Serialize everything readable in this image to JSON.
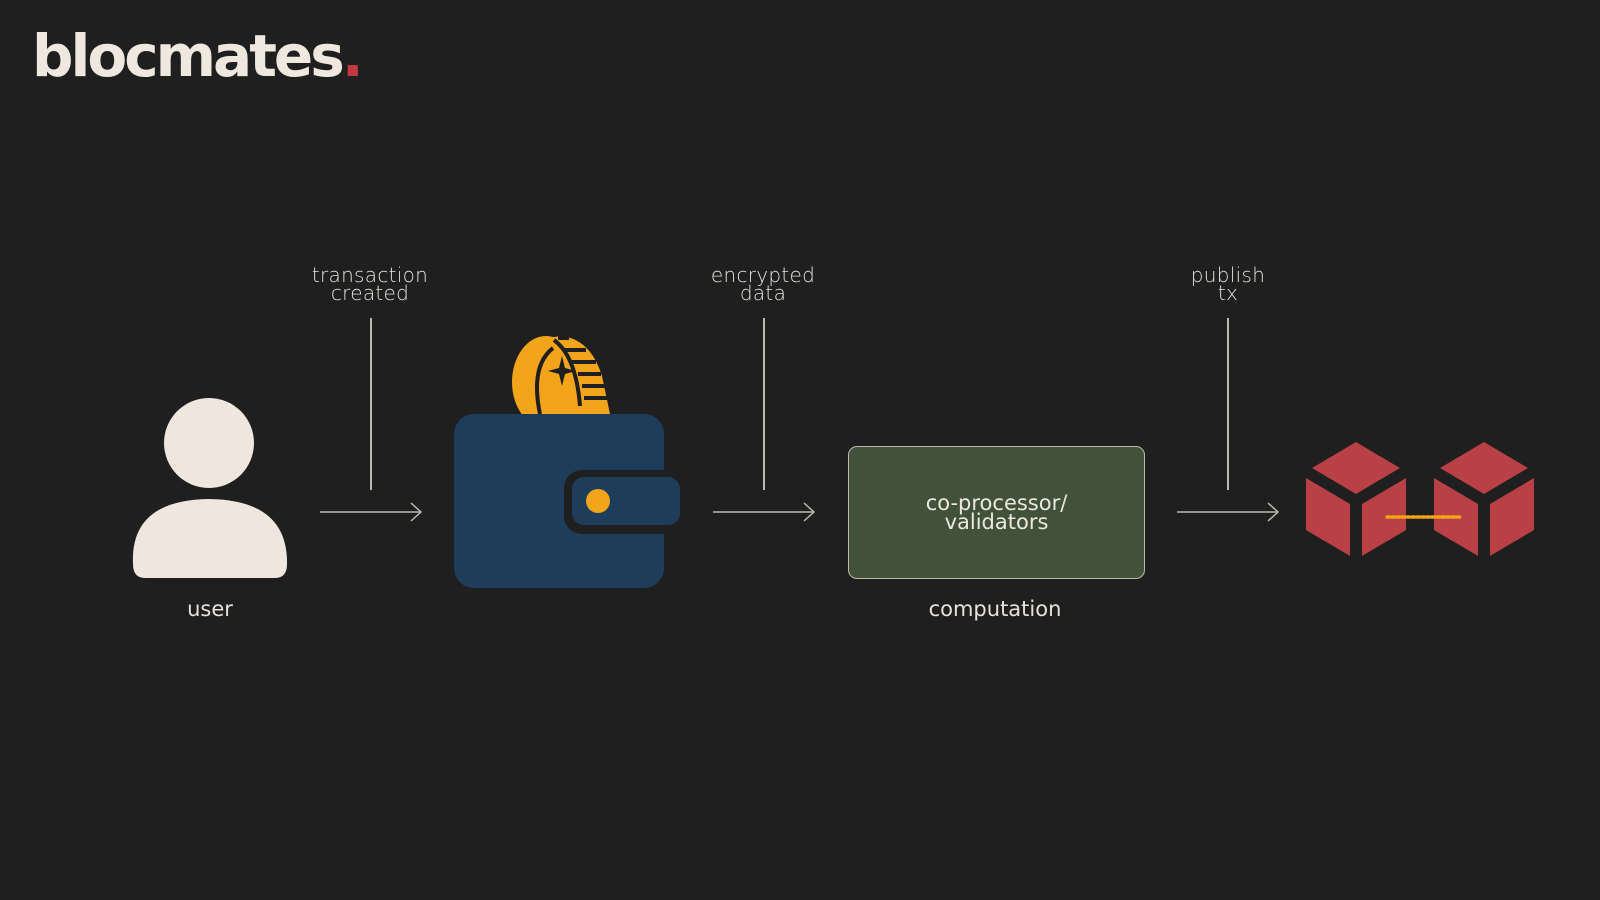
{
  "brand": {
    "name": "blocmates",
    "dot": ".",
    "accent": "#c4393f"
  },
  "diagram": {
    "steps": [
      {
        "label_top": "transaction",
        "label_bottom": "created"
      },
      {
        "label_top": "encrypted",
        "label_bottom": "data"
      },
      {
        "label_top": "publish",
        "label_bottom": "tx"
      }
    ],
    "nodes": {
      "user": {
        "caption": "user",
        "icon": "user-icon"
      },
      "wallet": {
        "icon": "wallet-icon"
      },
      "processor": {
        "line1": "co-processor/",
        "line2": "validators",
        "caption": "computation"
      },
      "blockchain": {
        "icon": "blockchain-icon"
      }
    },
    "colors": {
      "background": "#1f1f1f",
      "user": "#efe7de",
      "wallet": "#1e3d5a",
      "coin": "#f2a51a",
      "box": "#41513a",
      "blocks": "#b94044"
    }
  }
}
